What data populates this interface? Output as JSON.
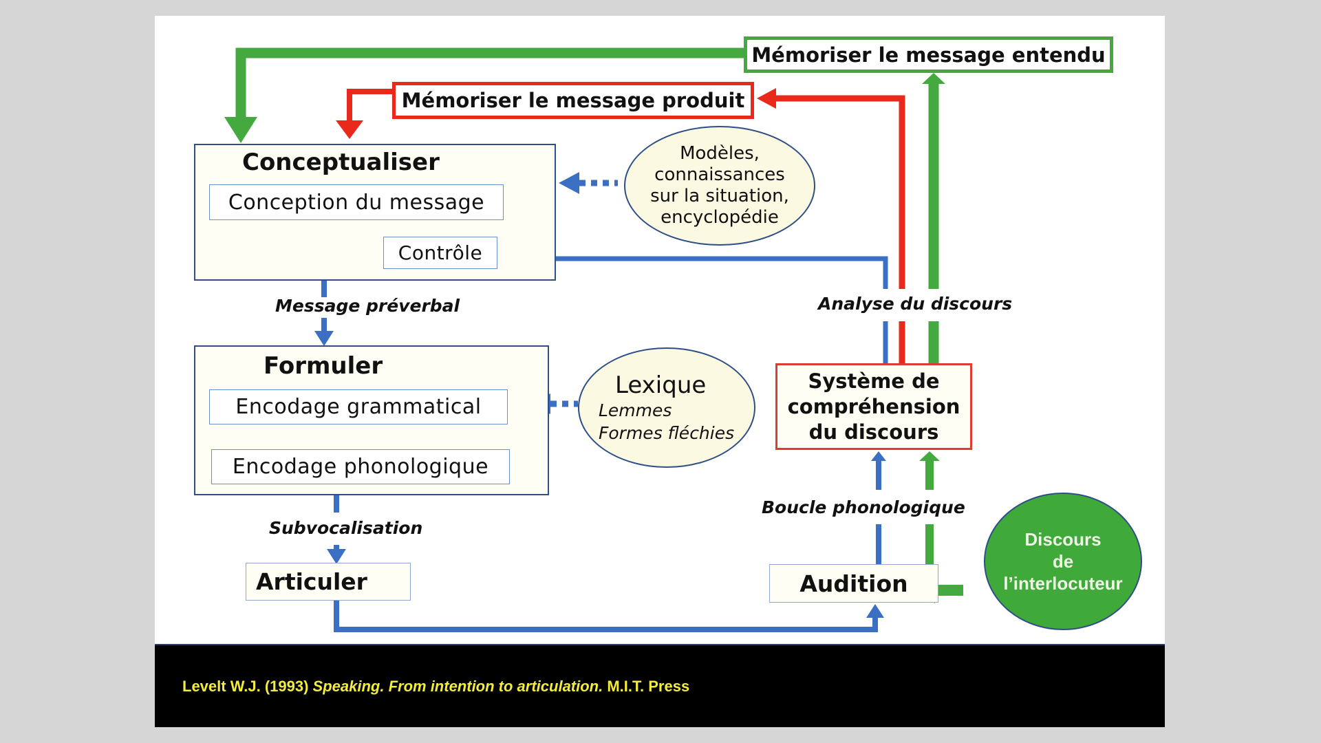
{
  "diagram": {
    "memo_heard": "Mémoriser le message entendu",
    "memo_produced": "Mémoriser le message produit",
    "conceptualiser": {
      "title": "Conceptualiser",
      "conception": "Conception du message",
      "controle": "Contrôle"
    },
    "models_ellipse": {
      "lines": [
        "Modèles,",
        "connaissances",
        "sur la situation,",
        "encyclopédie"
      ]
    },
    "message_preverbal": "Message préverbal",
    "formuler": {
      "title": "Formuler",
      "grammatical": "Encodage grammatical",
      "phonologique": "Encodage phonologique"
    },
    "lexique_ellipse": {
      "title": "Lexique",
      "items": [
        "Lemmes",
        "Formes fléchies"
      ]
    },
    "subvocalisation": "Subvocalisation",
    "articuler": "Articuler",
    "analyse_discours": "Analyse du discours",
    "systeme": {
      "lines": [
        "Système de",
        "compréhension",
        "du discours"
      ]
    },
    "boucle_phonologique": "Boucle phonologique",
    "audition": "Audition",
    "interlocuteur": {
      "lines": [
        "Discours",
        "de",
        "l’interlocuteur"
      ]
    }
  },
  "footer": {
    "author": "Levelt W.J. (1993)",
    "title": "Speaking. From intention to articulation.",
    "publisher": "M.I.T. Press"
  },
  "colors": {
    "green": "#44aa3f",
    "red": "#e8291c",
    "blue": "#3a6fc4",
    "citation": "#f3ec3b"
  }
}
